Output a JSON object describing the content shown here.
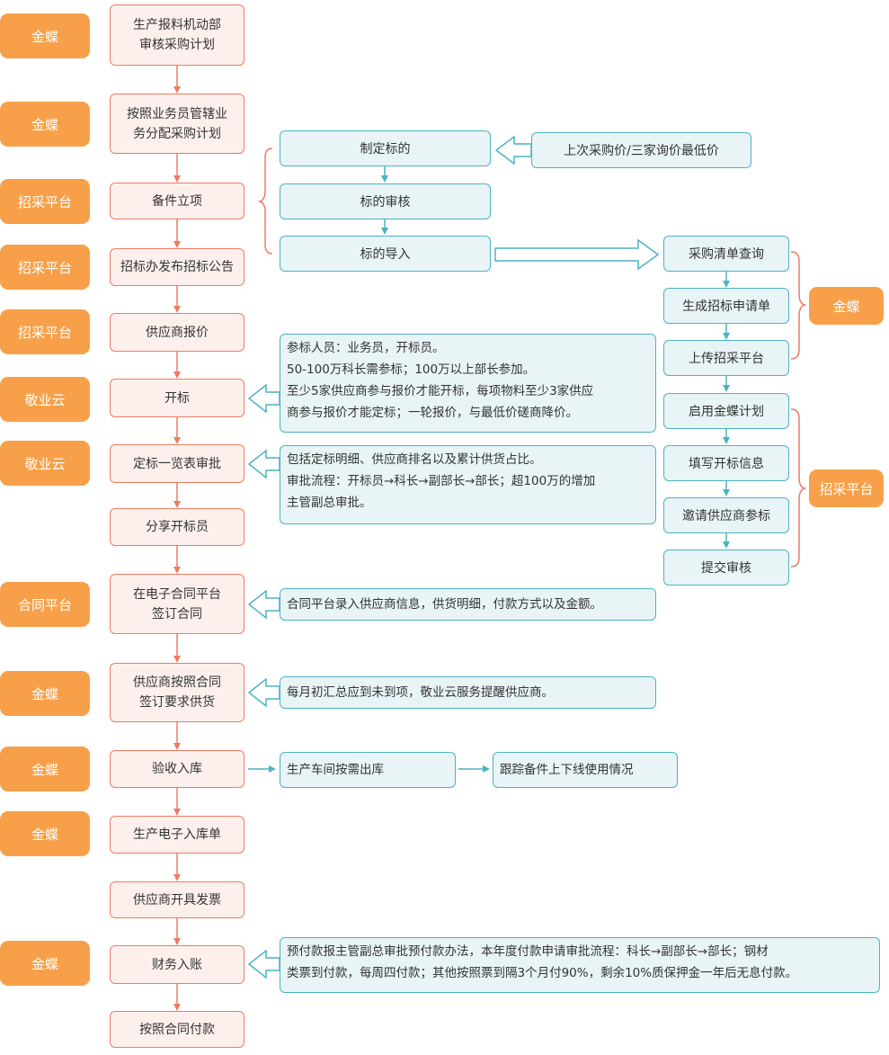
{
  "tags": {
    "t1": "金蝶",
    "t2": "金蝶",
    "t3": "招采平台",
    "t4": "招采平台",
    "t5": "招采平台",
    "t6": "敬业云",
    "t7": "敬业云",
    "t8": "合同平台",
    "t9": "金蝶",
    "t10": "金蝶",
    "t11": "金蝶",
    "t12": "金蝶",
    "r1": "金蝶",
    "r2": "招采平台"
  },
  "steps": {
    "s1": [
      "生产报料机动部",
      "审核采购计划"
    ],
    "s2": [
      "按照业务员管辖业",
      "务分配采购计划"
    ],
    "s3": "备件立项",
    "s4": "招标办发布招标公告",
    "s5": "供应商报价",
    "s6": "开标",
    "s7": "定标一览表审批",
    "s8": "分享开标员",
    "s9": [
      "在电子合同平台",
      "签订合同"
    ],
    "s10": [
      "供应商按照合同",
      "签订要求供货"
    ],
    "s11": "验收入库",
    "s12": "生产电子入库单",
    "s13": "供应商开具发票",
    "s14": "财务入账",
    "s15": "按照合同付款"
  },
  "mid": {
    "m1": "制定标的",
    "m2": "标的审核",
    "m3": "标的导入",
    "ref": "上次采购价/三家询价最低价"
  },
  "right": {
    "r1": "采购清单查询",
    "r2": "生成招标申请单",
    "r3": "上传招采平台",
    "r4": "启用金蝶计划",
    "r5": "填写开标信息",
    "r6": "邀请供应商参标",
    "r7": "提交审核"
  },
  "notes": {
    "n1": [
      "参标人员：业务员，开标员。",
      "50-100万科长需参标；100万以上部长参加。",
      "至少5家供应商参与报价才能开标，每项物料至少3家供应",
      "商参与报价才能定标；一轮报价，与最低价磋商降价。"
    ],
    "n2": [
      "包括定标明细、供应商排名以及累计供货占比。",
      "审批流程：开标员→科长→副部长→部长；超100万的增加",
      "主管副总审批。"
    ],
    "n3": "合同平台录入供应商信息，供货明细，付款方式以及金额。",
    "n4": "每月初汇总应到未到项，敬业云服务提醒供应商。",
    "n5": "生产车间按需出库",
    "n6": "跟踪备件上下线使用情况",
    "n7": [
      "预付款报主管副总审批预付款办法，本年度付款申请审批流程：科长→副部长→部长；钢材",
      "类票到付款，每周四付款；其他按照票到隔3个月付90%，剩余10%质保押金一年后无息付款。"
    ]
  },
  "colors": {
    "tag": "#f7a049",
    "step_border": "#ee7a62",
    "step_fill": "#fdf0ec",
    "blue_border": "#4cb2c4",
    "blue_fill": "#e8f4f6"
  }
}
